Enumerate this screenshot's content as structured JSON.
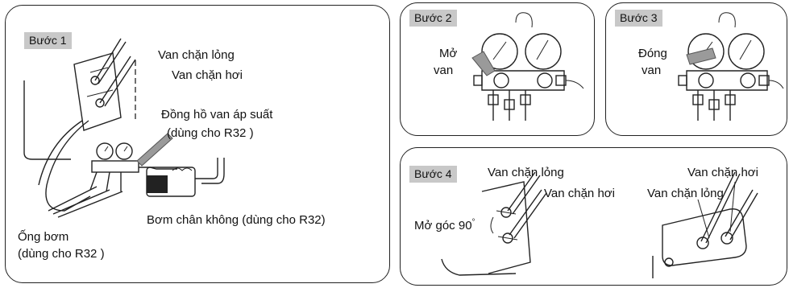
{
  "step1": {
    "badge": "Bước 1",
    "liquid_valve": "Van chặn lỏng",
    "gas_valve": "Van chặn hơi",
    "gauge_line1": "Đồng hồ van áp suất",
    "gauge_line2": "(dùng cho R32 )",
    "pump": "Bơm chân không (dùng cho R32)",
    "hose_line1": "Ống bơm",
    "hose_line2": "(dùng cho R32 )"
  },
  "step2": {
    "badge": "Bước 2",
    "open_line1": "Mở",
    "open_line2": "van"
  },
  "step3": {
    "badge": "Bước 3",
    "close_line1": "Đóng",
    "close_line2": "van"
  },
  "step4": {
    "badge": "Bước 4",
    "liquid_valve_a": "Van chặn lỏng",
    "gas_valve_a": "Van chặn hơi",
    "open_angle": "Mở góc 90",
    "degree": "°",
    "gas_valve_b": "Van chặn hơi",
    "liquid_valve_b": "Van chặn lỏng"
  }
}
